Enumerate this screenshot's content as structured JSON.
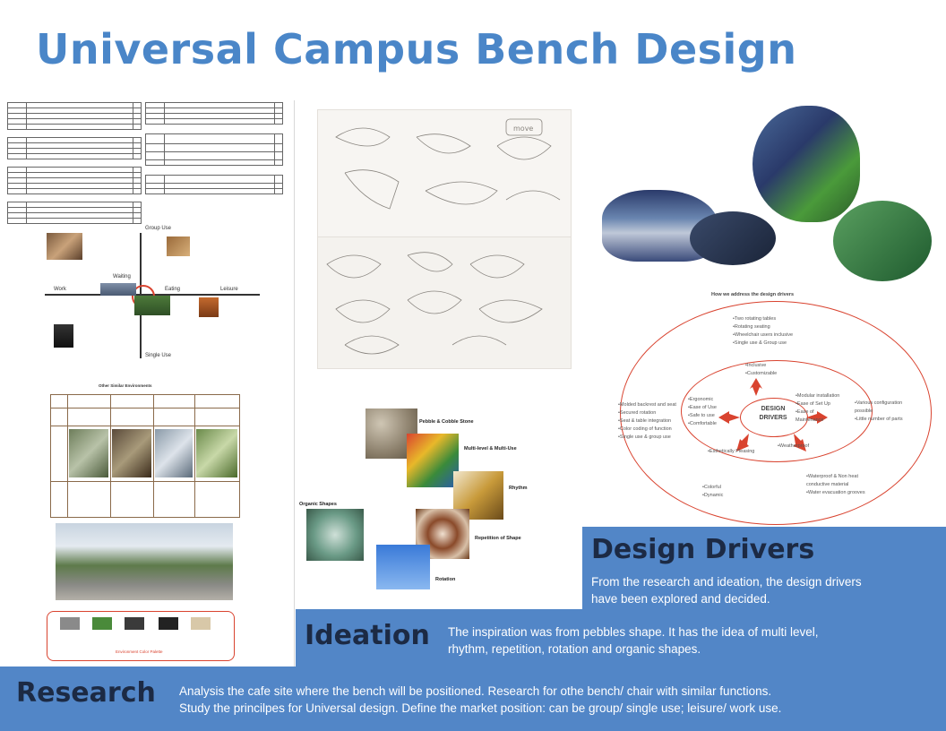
{
  "title": "Universal Campus Bench Design",
  "sections": {
    "research": {
      "heading": "Research",
      "description_line1": "Analysis the cafe site where the bench will be positioned. Research for othe bench/ chair with similar functions.",
      "description_line2": "Study the princilpes for Universal design. Define the market position: can be group/ single use; leisure/ work use."
    },
    "ideation": {
      "heading": "Ideation",
      "description_line1": "The inspiration was from pebbles shape. It has the idea of multi level,",
      "description_line2": "rhythm, repetition, rotation and organic shapes."
    },
    "design_drivers": {
      "heading": "Design Drivers",
      "description_line1": "From the research and ideation, the design drivers",
      "description_line2": "have been explored and decided."
    }
  },
  "positioning_map": {
    "top": "Group Use",
    "bottom": "Single Use",
    "left": "Work",
    "right": "Leisure",
    "waiting": "Waiting",
    "eating": "Eating"
  },
  "environments_table": {
    "title": "Other Similar Environments"
  },
  "color_palette_label": "Environment Color Palette",
  "inspiration_labels": {
    "pebble": "Pebble & Cobble Stone",
    "multilevel": "Multi-level & Multi-Use",
    "rhythm": "Rhythm",
    "organic": "Organic Shapes",
    "repetition": "Repetition of Shape",
    "rotation": "Rotation"
  },
  "sketch_note": "move",
  "drivers_diagram": {
    "title": "How we address the design drivers",
    "center": "DESIGN\nDRIVERS",
    "top_outer": [
      "•Two rotating tables",
      "•Rotating seating",
      "•Wheelchair users inclusive",
      "•Single use & Group use"
    ],
    "top_inner": [
      "•Inclusive",
      "•Customizable"
    ],
    "left_inner": [
      "•Ergonomic",
      "•Ease of Use",
      "•Safe to use",
      "•Comfortable"
    ],
    "left_outer": [
      "•Molded backrest and seat",
      "•Secured rotation",
      "•Seat & table integration",
      "•Color coding of function",
      "•Single use & group use"
    ],
    "right_inner": [
      "•Modular installation",
      "•Ease of Set Up",
      "•Ease of",
      "  Maintenance"
    ],
    "right_outer": [
      "•Various configuration",
      "  possible",
      "•Little number of parts"
    ],
    "bottom_left_inner": [
      "•Esthetically Pleasing"
    ],
    "bottom_left_outer": [
      "•Colorful",
      "•Dynamic"
    ],
    "bottom_right_inner": [
      "•Weatherproof"
    ],
    "bottom_right_outer": [
      "•Waterproof & Non heat",
      "  conductive material",
      "•Water evacuation grooves"
    ]
  },
  "colors": {
    "accent_blue": "#5286c7",
    "title_blue": "#4a86c8",
    "heading_navy": "#1c2a44",
    "diagram_red": "#d9432f"
  }
}
